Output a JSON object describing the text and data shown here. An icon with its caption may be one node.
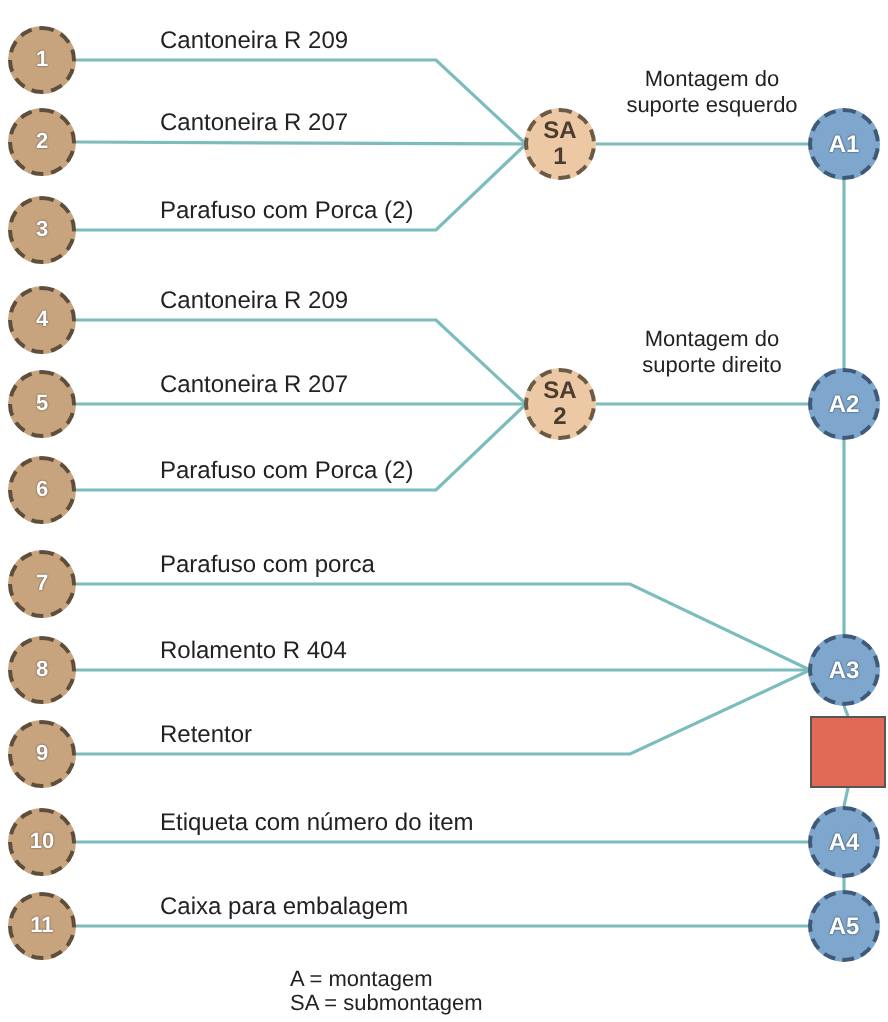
{
  "diagram": {
    "nodes": [
      {
        "text": [
          "1"
        ]
      },
      {
        "text": [
          "2"
        ]
      },
      {
        "text": [
          "3"
        ]
      },
      {
        "text": [
          "4"
        ]
      },
      {
        "text": [
          "5"
        ]
      },
      {
        "text": [
          "6"
        ]
      },
      {
        "text": [
          "7"
        ]
      },
      {
        "text": [
          "8"
        ]
      },
      {
        "text": [
          "9"
        ]
      },
      {
        "text": [
          "10"
        ]
      },
      {
        "text": [
          "11"
        ]
      },
      {
        "text": [
          "SA 1"
        ]
      },
      {
        "text": [
          "SA 2"
        ]
      },
      {
        "text": [
          "A1"
        ]
      },
      {
        "text": [
          "A2"
        ]
      },
      {
        "text": [
          "A3"
        ]
      },
      {
        "text": [],
        "shape": "box"
      },
      {
        "text": [
          "A4"
        ]
      },
      {
        "text": [
          "A5"
        ]
      }
    ],
    "edges": [
      {
        "from": 0,
        "to": 11,
        "arrow": "none",
        "label": "Cantoneira R 209"
      },
      {
        "from": 1,
        "to": 11,
        "arrow": "none",
        "label": "Cantoneira R 207"
      },
      {
        "from": 2,
        "to": 11,
        "arrow": "none",
        "label": "Parafuso com Porca (2)"
      },
      {
        "from": 3,
        "to": 12,
        "arrow": "none",
        "label": "Cantoneira R 209"
      },
      {
        "from": 4,
        "to": 12,
        "arrow": "none",
        "label": "Cantoneira R 207"
      },
      {
        "from": 5,
        "to": 12,
        "arrow": "none",
        "label": "Parafuso com Porca (2)"
      },
      {
        "from": 6,
        "to": 15,
        "arrow": "none",
        "label": "Parafuso com porca"
      },
      {
        "from": 7,
        "to": 15,
        "arrow": "none",
        "label": "Rolamento R 404"
      },
      {
        "from": 8,
        "to": 15,
        "arrow": "none",
        "label": "Retentor"
      },
      {
        "from": 9,
        "to": 17,
        "arrow": "none",
        "label": "Etiqueta com número do item"
      },
      {
        "from": 10,
        "to": 18,
        "arrow": "none",
        "label": "Caixa para embalagem"
      },
      {
        "from": 11,
        "to": 13,
        "arrow": "none",
        "label": "Montagem do suporte esquerdo"
      },
      {
        "from": 12,
        "to": 14,
        "arrow": "none",
        "label": "Montagem do suporte direito"
      },
      {
        "from": 13,
        "to": 14,
        "arrow": "none"
      },
      {
        "from": 14,
        "to": 15,
        "arrow": "none"
      },
      {
        "from": 15,
        "to": 16,
        "arrow": "none"
      },
      {
        "from": 16,
        "to": 17,
        "arrow": "none"
      },
      {
        "from": 17,
        "to": 18,
        "arrow": "none"
      }
    ],
    "labels": [
      "A = montagem",
      "SA = submontagem"
    ]
  }
}
